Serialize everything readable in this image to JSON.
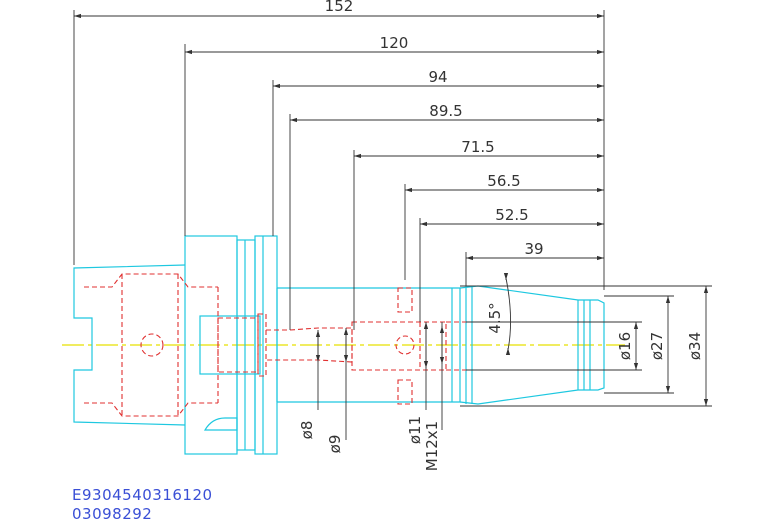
{
  "colors": {
    "body_outline": "#1ec8e0",
    "hidden_lines": "#e03030",
    "center_line": "#e6e000",
    "dimension": "#333333",
    "code_text": "#3a4fd6"
  },
  "dimensions": {
    "horizontal": [
      {
        "label": "152"
      },
      {
        "label": "120"
      },
      {
        "label": "94"
      },
      {
        "label": "89.5"
      },
      {
        "label": "71.5"
      },
      {
        "label": "56.5"
      },
      {
        "label": "52.5"
      },
      {
        "label": "39"
      }
    ],
    "angle": "4.5°",
    "right_diameters": [
      "ø16",
      "ø27",
      "ø34"
    ],
    "bottom_diameters": [
      "ø8",
      "ø9",
      "ø11"
    ],
    "thread": "M12x1"
  },
  "part_codes": {
    "line1": "E9304540316120",
    "line2": "03098292"
  }
}
